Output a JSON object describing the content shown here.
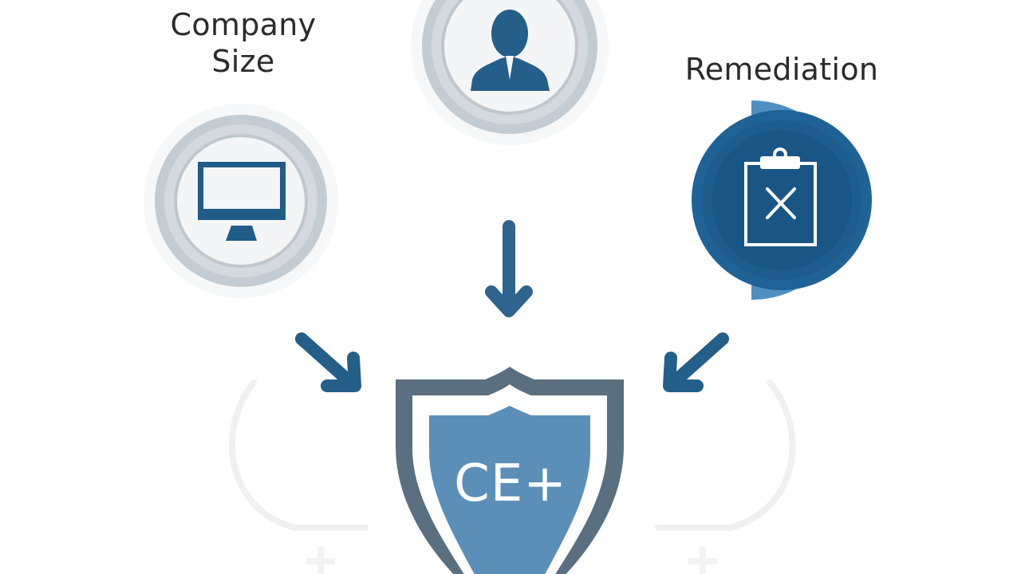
{
  "diagram": {
    "nodes": [
      {
        "id": "company-size",
        "label": "Company\nSize",
        "icon": "monitor-icon",
        "style": "grey-ring"
      },
      {
        "id": "user",
        "label": "",
        "icon": "person-icon",
        "style": "grey-ring"
      },
      {
        "id": "remediation",
        "label": "Remediation",
        "icon": "clipboard-x-icon",
        "style": "blue-filled"
      }
    ],
    "center": {
      "id": "ce-plus-shield",
      "label": "CE+",
      "icon": "shield-icon"
    },
    "arrows": [
      {
        "from": "company-size",
        "to": "ce-plus-shield",
        "direction": "down-right"
      },
      {
        "from": "user",
        "to": "ce-plus-shield",
        "direction": "down"
      },
      {
        "from": "remediation",
        "to": "ce-plus-shield",
        "direction": "down-left"
      }
    ],
    "colors": {
      "primary_blue": "#245f8a",
      "dark_blue": "#1d5a86",
      "light_blue": "#4a8ec0",
      "shield_fill": "#5b8fb8",
      "shield_border": "#5a6f80",
      "ring_grey": "#b9c4cc",
      "ring_grey_light": "#dde3e7",
      "text": "#2b2b2b",
      "faint_arc": "#f1f1f1"
    }
  }
}
